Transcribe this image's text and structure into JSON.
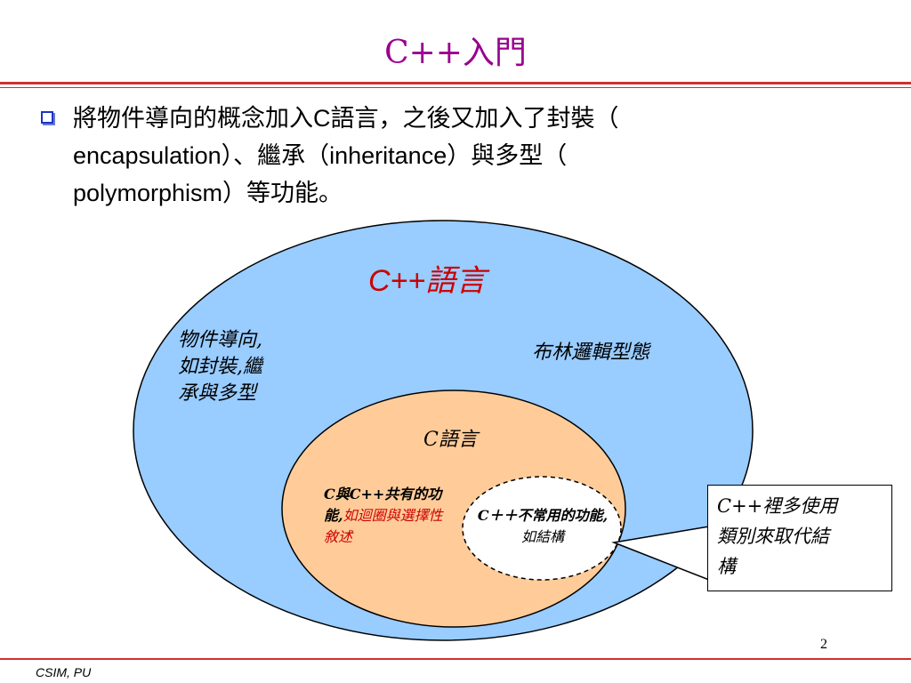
{
  "title": "C++入門",
  "bullet": {
    "lines": [
      "將物件導向的概念加入C語言，之後又加入了封裝（",
      "encapsulation）、繼承（inheritance）與多型（",
      "polymorphism）等功能。"
    ]
  },
  "diagram": {
    "outer_label": "C++語言",
    "oop_label": [
      "物件導向,",
      "如封裝,繼",
      "承與多型"
    ],
    "bool_label": "布林邏輯型態",
    "c_label": "C語言",
    "shared_label": {
      "bold": "C與C++共有的功能,",
      "rest": "如迴圈與選擇性敘述"
    },
    "rare_label": {
      "bold": "C＋＋不常用的功能,",
      "rest": "如結構"
    },
    "callout": [
      "C++裡多使用",
      "類別來取代結",
      "構"
    ]
  },
  "colors": {
    "outer_fill": "#99ccff",
    "inner_fill": "#ffcc99",
    "accent": "#99008e",
    "rule": "#d03030"
  },
  "page_number": "2",
  "footer": "CSIM, PU"
}
